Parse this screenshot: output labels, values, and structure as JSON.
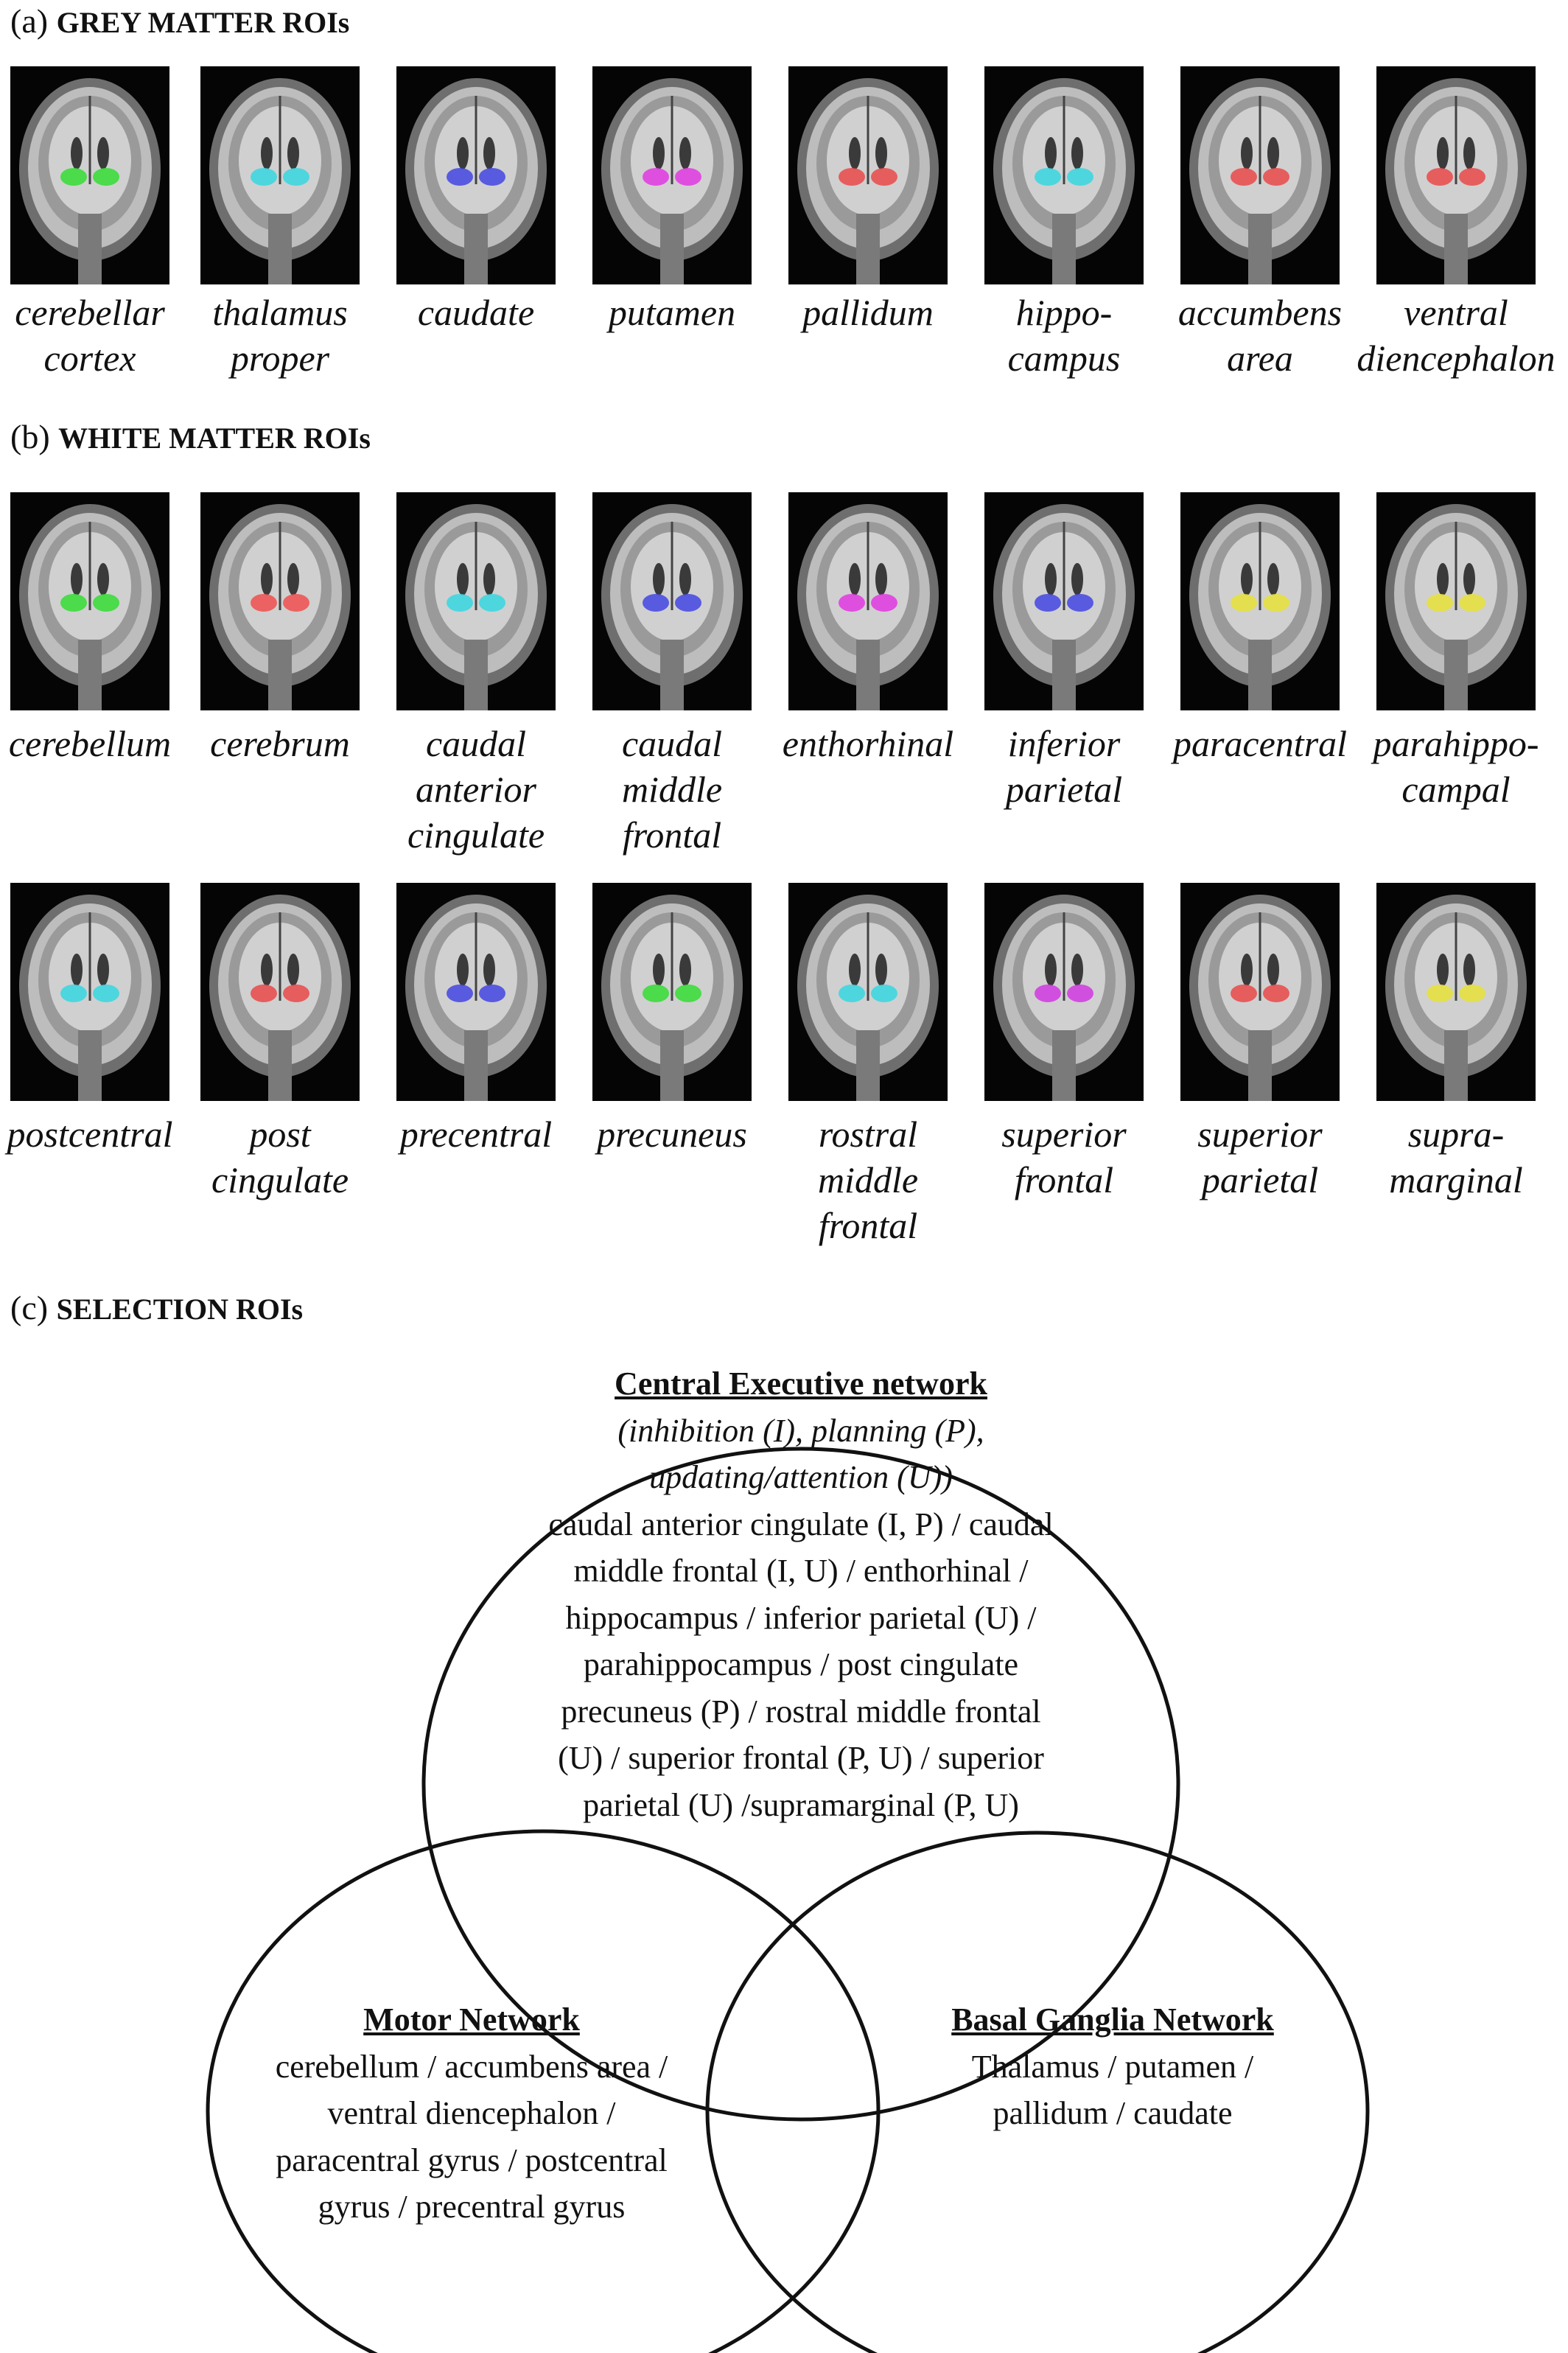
{
  "sections": {
    "a": {
      "letter": "(a)",
      "title": "GREY MATTER ROIs"
    },
    "b": {
      "letter": "(b)",
      "title": "WHITE MATTER ROIs"
    },
    "c": {
      "letter": "(c)",
      "title": "SELECTION ROIs"
    }
  },
  "grey_matter": [
    {
      "label": "cerebellar\ncortex",
      "color": "#3cdc3c"
    },
    {
      "label": "thalamus\nproper",
      "color": "#3fd6e0"
    },
    {
      "label": "caudate",
      "color": "#4a4ee0"
    },
    {
      "label": "putamen",
      "color": "#e040e0"
    },
    {
      "label": "pallidum",
      "color": "#e85050"
    },
    {
      "label": "hippo-\ncampus",
      "color": "#3fd6e0"
    },
    {
      "label": "accumbens\narea",
      "color": "#e85050"
    },
    {
      "label": "ventral\ndiencephalon",
      "color": "#e85050"
    }
  ],
  "white_matter_row1": [
    {
      "label": "cerebellum",
      "color": "#3cdc3c"
    },
    {
      "label": "cerebrum",
      "color": "#ee5555"
    },
    {
      "label": "caudal\nanterior\ncingulate",
      "color": "#3fd6e0"
    },
    {
      "label": "caudal\nmiddle\nfrontal",
      "color": "#4a4ee0"
    },
    {
      "label": "enthorhinal",
      "color": "#e040e0"
    },
    {
      "label": "inferior\nparietal",
      "color": "#4a4ee0"
    },
    {
      "label": "paracentral",
      "color": "#e6e040"
    },
    {
      "label": "parahippo-\ncampal",
      "color": "#e6e040"
    }
  ],
  "white_matter_row2": [
    {
      "label": "postcentral",
      "color": "#3fd6e0"
    },
    {
      "label": "post\ncingulate",
      "color": "#e85050"
    },
    {
      "label": "precentral",
      "color": "#4a4ee0"
    },
    {
      "label": "precuneus",
      "color": "#3cdc3c"
    },
    {
      "label": "rostral\nmiddle\nfrontal",
      "color": "#3fd6e0"
    },
    {
      "label": "superior\nfrontal",
      "color": "#d040e0"
    },
    {
      "label": "superior\nparietal",
      "color": "#e85050"
    },
    {
      "label": "supra-\nmarginal",
      "color": "#e6e040"
    }
  ],
  "venn": {
    "central": {
      "heading": "Central Executive network",
      "subtitle_1": "(inhibition (I), planning (P),",
      "subtitle_2": "updating/attention (U))",
      "lines": [
        "caudal anterior cingulate (I, P) / caudal",
        "middle frontal (I, U) / enthorhinal /",
        "hippocampus / inferior parietal (U) /",
        "parahippocampus / post cingulate",
        "precuneus (P) / rostral middle frontal",
        "(U) / superior frontal (P, U) / superior",
        "parietal (U) /supramarginal (P, U)"
      ]
    },
    "motor": {
      "heading": "Motor Network",
      "lines": [
        "cerebellum / accumbens area /",
        "ventral diencephalon /",
        "paracentral gyrus / postcentral",
        "gyrus / precentral gyrus"
      ]
    },
    "basal": {
      "heading": "Basal Ganglia Network",
      "lines": [
        "Thalamus / putamen /",
        "pallidum / caudate"
      ]
    }
  }
}
